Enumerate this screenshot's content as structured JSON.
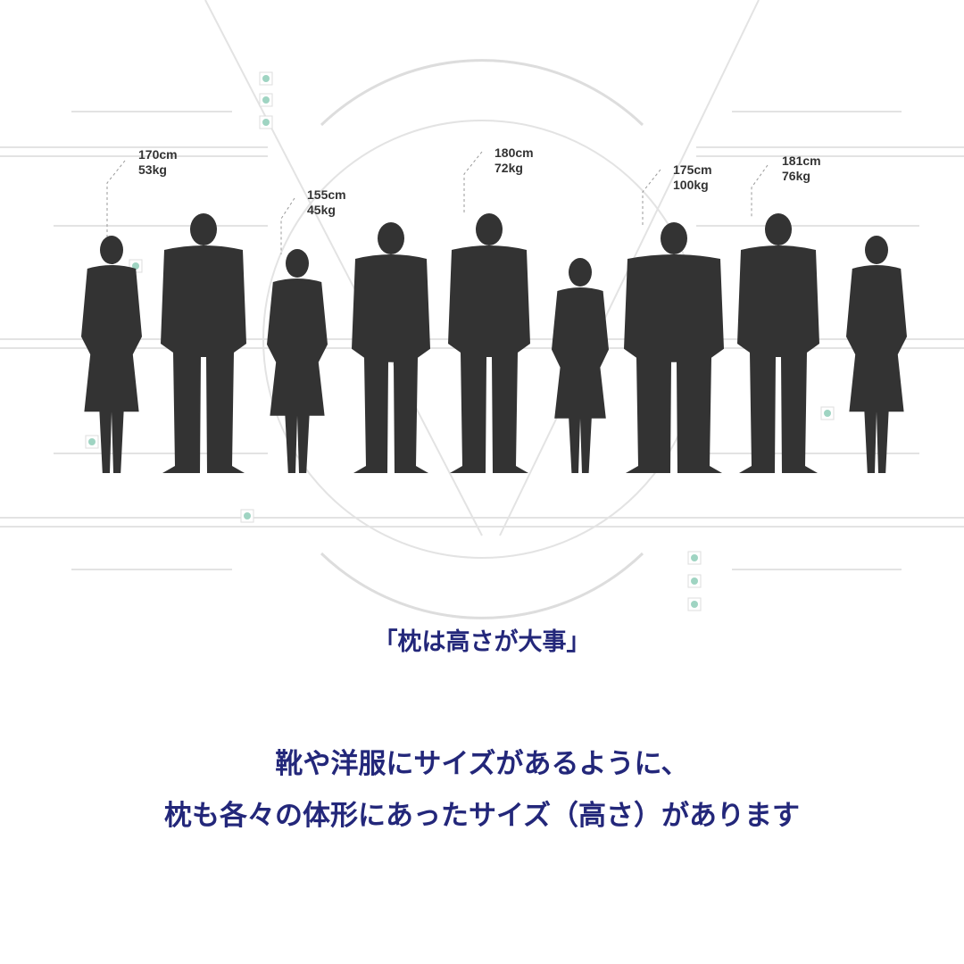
{
  "people": [
    {
      "height": "170cm",
      "weight": "53kg"
    },
    {
      "height": "155cm",
      "weight": "45kg"
    },
    {
      "height": "180cm",
      "weight": "72kg"
    },
    {
      "height": "175cm",
      "weight": "100kg"
    },
    {
      "height": "181cm",
      "weight": "76kg"
    }
  ],
  "title": "「枕は高さが大事」",
  "message": {
    "line1": "靴や洋服にサイズがあるように、",
    "line2": "枕も各々の体形にあったサイズ（高さ）があります"
  },
  "colors": {
    "text": "#23277a",
    "silhouette": "#333333",
    "lines": "#e3e3e3",
    "accent_dot": "#9fd4c2"
  }
}
